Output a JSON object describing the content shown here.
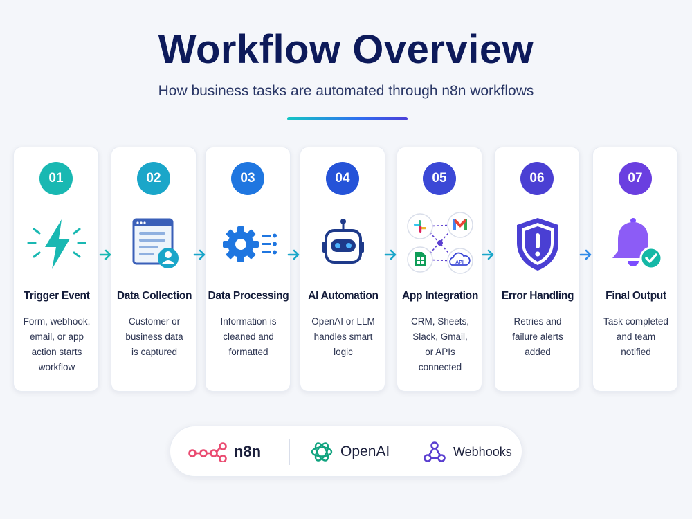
{
  "header": {
    "title": "Workflow Overview",
    "subtitle": "How business tasks are automated through n8n workflows"
  },
  "steps": [
    {
      "number": "01",
      "title": "Trigger Event",
      "description": "Form, webhook,\nemail, or app\naction starts\nworkflow",
      "icon": "lightning-icon",
      "color": "#19b8b2"
    },
    {
      "number": "02",
      "title": "Data Collection",
      "description": "Customer or\nbusiness data\nis captured",
      "icon": "form-user-icon",
      "color": "#1aa6c9"
    },
    {
      "number": "03",
      "title": "Data Processing",
      "description": "Information is\ncleaned and\nformatted",
      "icon": "gear-icon",
      "color": "#1f76e0"
    },
    {
      "number": "04",
      "title": "AI Automation",
      "description": "OpenAI or LLM\nhandles smart\nlogic",
      "icon": "robot-icon",
      "color": "#2553d8"
    },
    {
      "number": "05",
      "title": "App Integration",
      "description": "CRM, Sheets,\nSlack, Gmail,\nor APIs connected",
      "icon": "app-network-icon",
      "color": "#3b48d6"
    },
    {
      "number": "06",
      "title": "Error Handling",
      "description": "Retries and\nfailure alerts\nadded",
      "icon": "shield-alert-icon",
      "color": "#4a3fd3"
    },
    {
      "number": "07",
      "title": "Final Output",
      "description": "Task completed\nand team\nnotified",
      "icon": "bell-check-icon",
      "color": "#6a3fe0"
    }
  ],
  "integration_labels": {
    "api": "API"
  },
  "brands": [
    {
      "label": "n8n",
      "icon": "n8n-logo-icon",
      "color": "#ea4b71"
    },
    {
      "label": "OpenAI",
      "icon": "openai-logo-icon",
      "color": "#10a37f"
    },
    {
      "label": "Webhooks",
      "icon": "webhooks-logo-icon",
      "color": "#5b3fd0"
    }
  ]
}
